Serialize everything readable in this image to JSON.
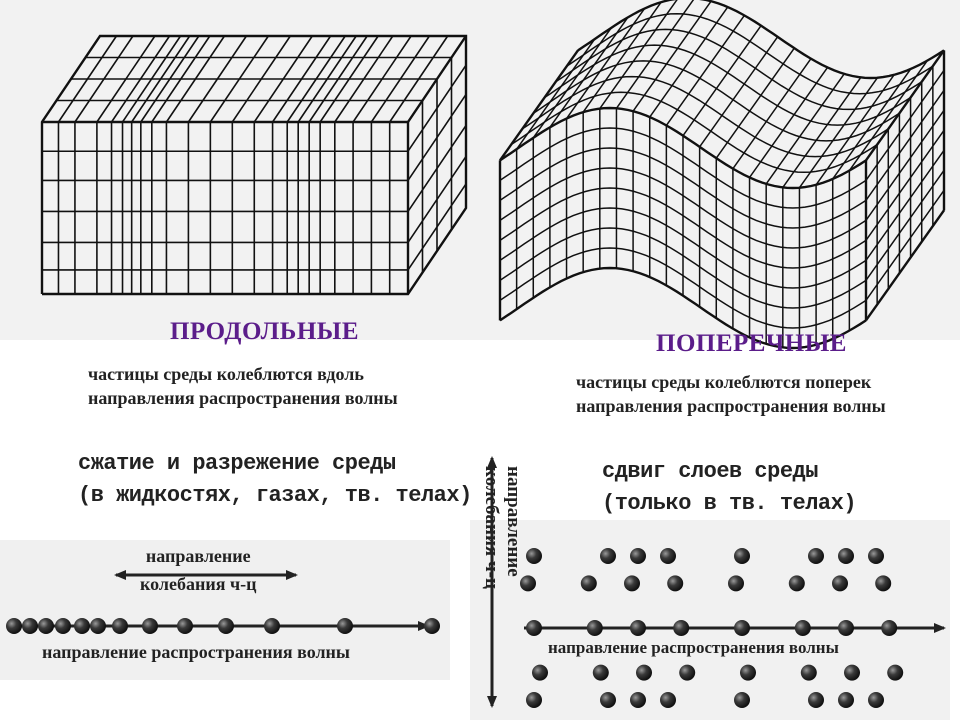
{
  "longitudinal": {
    "title": "ПРОДОЛЬНЫЕ",
    "caption_line1": "частицы среды колеблются вдоль",
    "caption_line2": "направления распространения волны",
    "note_line1": "сжатие и разрежение среды",
    "note_line2": "(в жидкостях, газах, тв. телах)",
    "oscillation_label_line1": "направление",
    "oscillation_label_line2": "колебания ч-ц",
    "wave_label": "направление распространения волны",
    "particle_x": [
      14,
      30,
      46,
      63,
      82,
      98,
      120,
      150,
      185,
      226,
      272,
      345,
      432
    ]
  },
  "transverse": {
    "title": "ПОПЕРЕЧНЫЕ",
    "caption_line1": "частицы среды колеблются поперек",
    "caption_line2": "направления распространения волны",
    "note_line1": "сдвиг слоев среды",
    "note_line2": "(только в тв. телах)",
    "oscillation_label_line1": "направление",
    "oscillation_label_line2": "колебания ч-ц",
    "wave_label": "направление распространения волны"
  },
  "colors": {
    "title": "#5b1d8a",
    "text": "#222222",
    "particle": "#2a2a2a",
    "grid_line": "#111111"
  }
}
